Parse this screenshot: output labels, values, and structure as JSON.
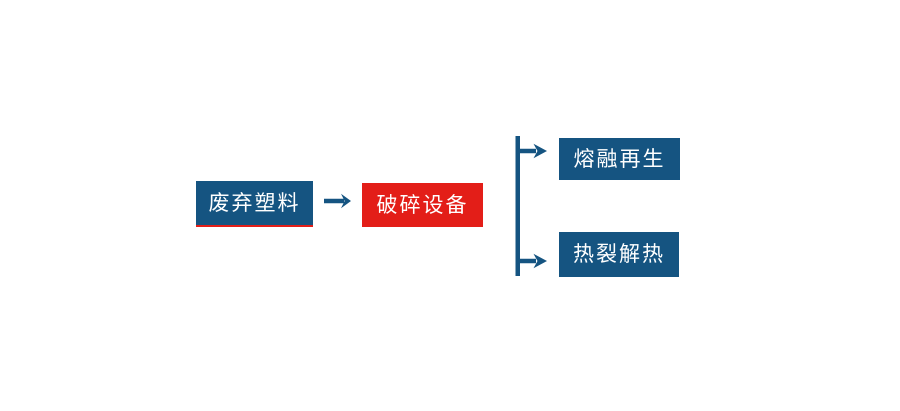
{
  "page": {
    "background_color": "#FFFFFF"
  },
  "diagram": {
    "type": "flowchart",
    "colors": {
      "node_blue": "#155481",
      "node_red": "#E31E18",
      "connector_blue": "#155481",
      "source_underline_red": "#E31E18",
      "label_text": "#FFFFFF"
    },
    "nodes": {
      "source": {
        "label": "废弃塑料"
      },
      "process": {
        "label": "破碎设备"
      },
      "branch_top": {
        "label": "熔融再生"
      },
      "branch_bottom": {
        "label": "热裂解热"
      }
    },
    "edges": [
      {
        "from": "废弃塑料",
        "to": "破碎设备",
        "connector": "arrow-right"
      },
      {
        "from": "破碎设备",
        "to": "熔融再生",
        "connector": "branch-arrow-right"
      },
      {
        "from": "破碎设备",
        "to": "热裂解热",
        "connector": "branch-arrow-right"
      }
    ]
  }
}
